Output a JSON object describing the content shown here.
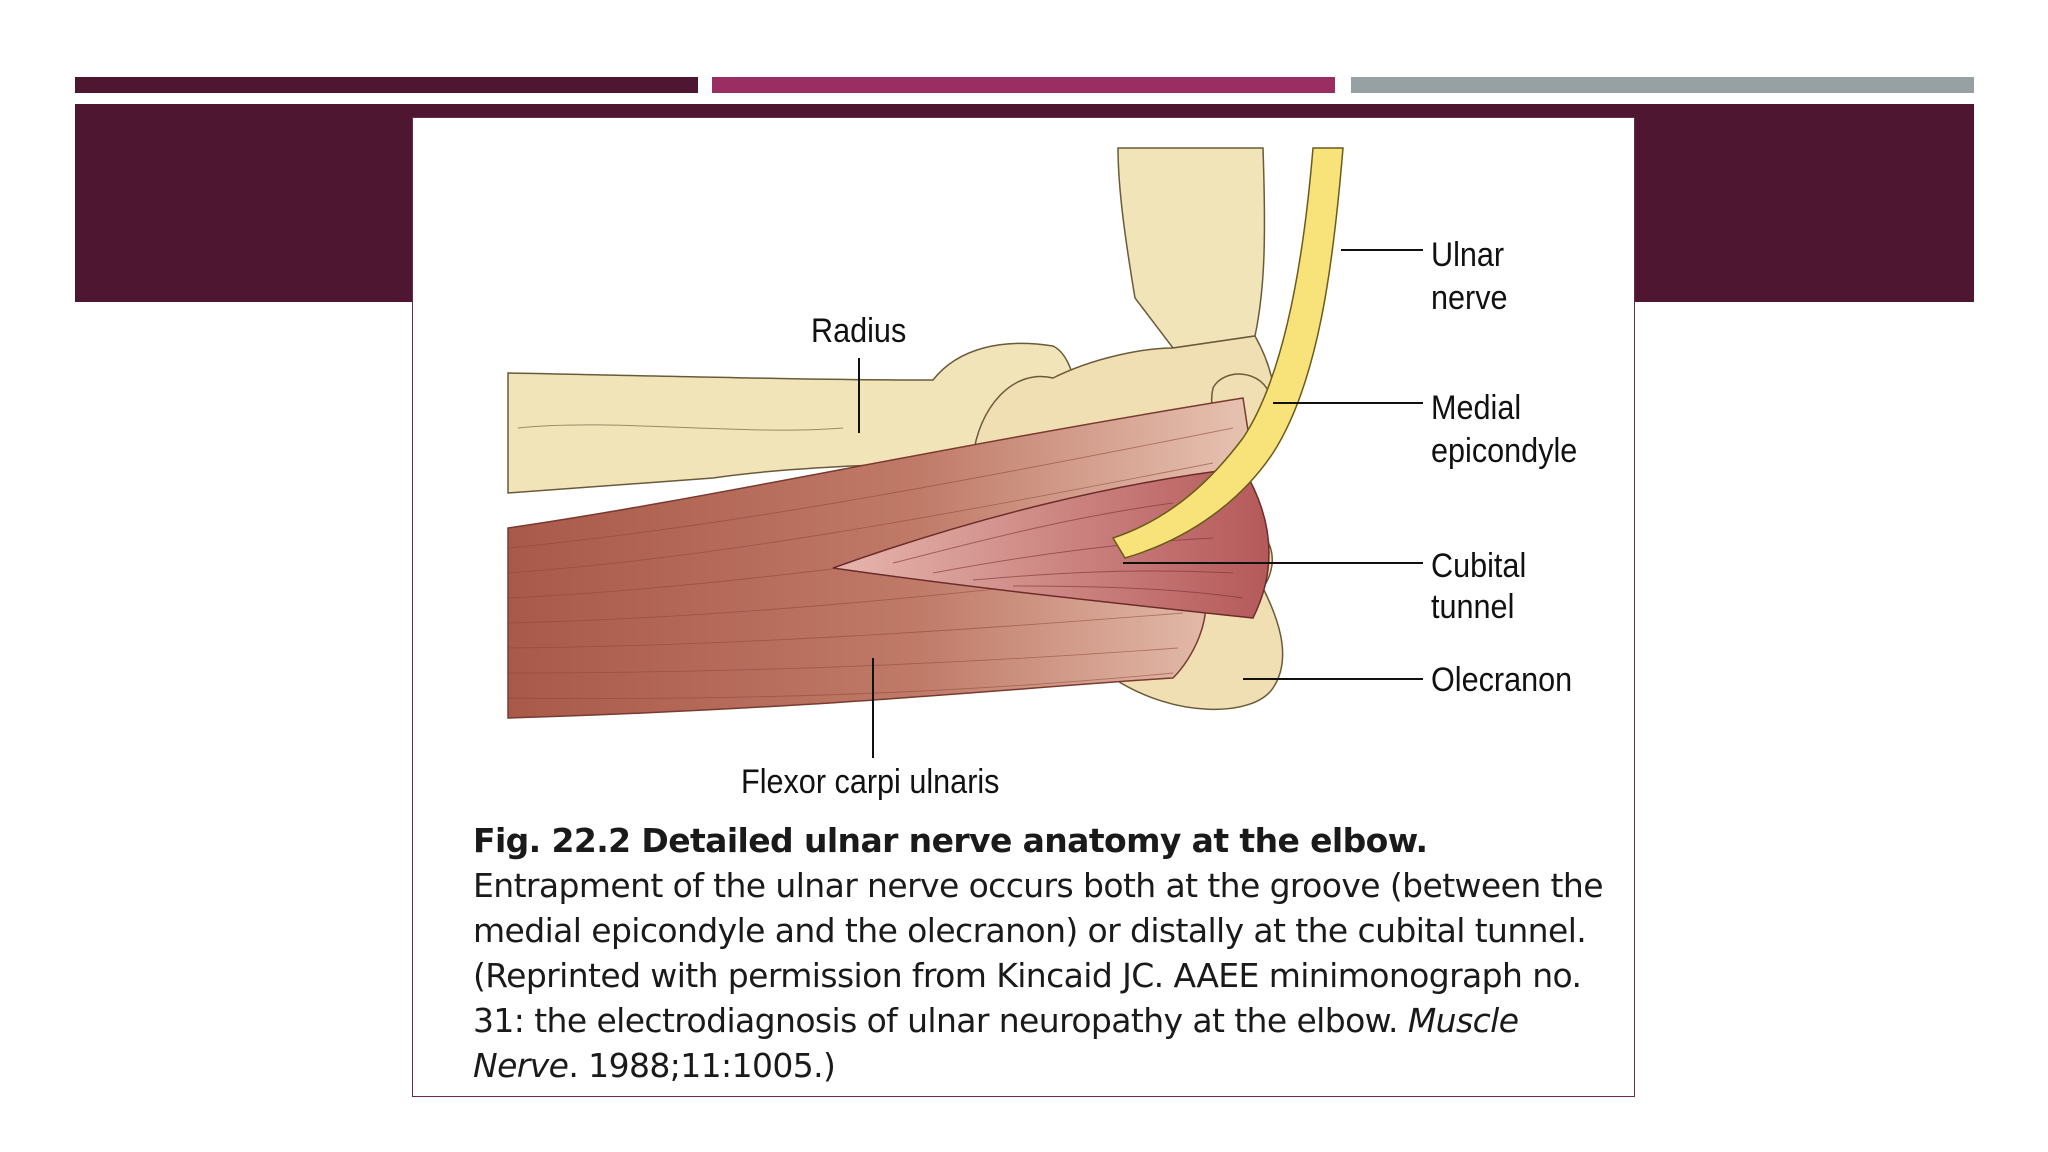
{
  "slide": {
    "accent_colors": {
      "bar1": "#4f1632",
      "bar2": "#9a2d62",
      "bar3": "#97a0a2",
      "banner": "#4f1632"
    }
  },
  "figure": {
    "labels": {
      "radius": "Radius",
      "ulnar_nerve_1": "Ulnar",
      "ulnar_nerve_2": "nerve",
      "medial_epicondyle_1": "Medial",
      "medial_epicondyle_2": "epicondyle",
      "cubital_tunnel_1": "Cubital",
      "cubital_tunnel_2": "tunnel",
      "olecranon": "Olecranon",
      "flexor_carpi_ulnaris": "Flexor carpi ulnaris"
    },
    "caption": {
      "fig_number": "Fig. 22.2",
      "fig_title": "Detailed ulnar nerve anatomy at the elbow.",
      "body": "Entrapment of the ulnar nerve occurs both at the groove (between the medial epicondyle and the olecranon) or distally at the cubital tunnel. (Reprinted with permission from Kincaid JC. AAEE minimonograph no. 31: the electrodiagnosis of ulnar neuropathy at the elbow.",
      "journal": "Muscle Nerve",
      "citation_end": ". 1988;11:1005.)"
    }
  }
}
